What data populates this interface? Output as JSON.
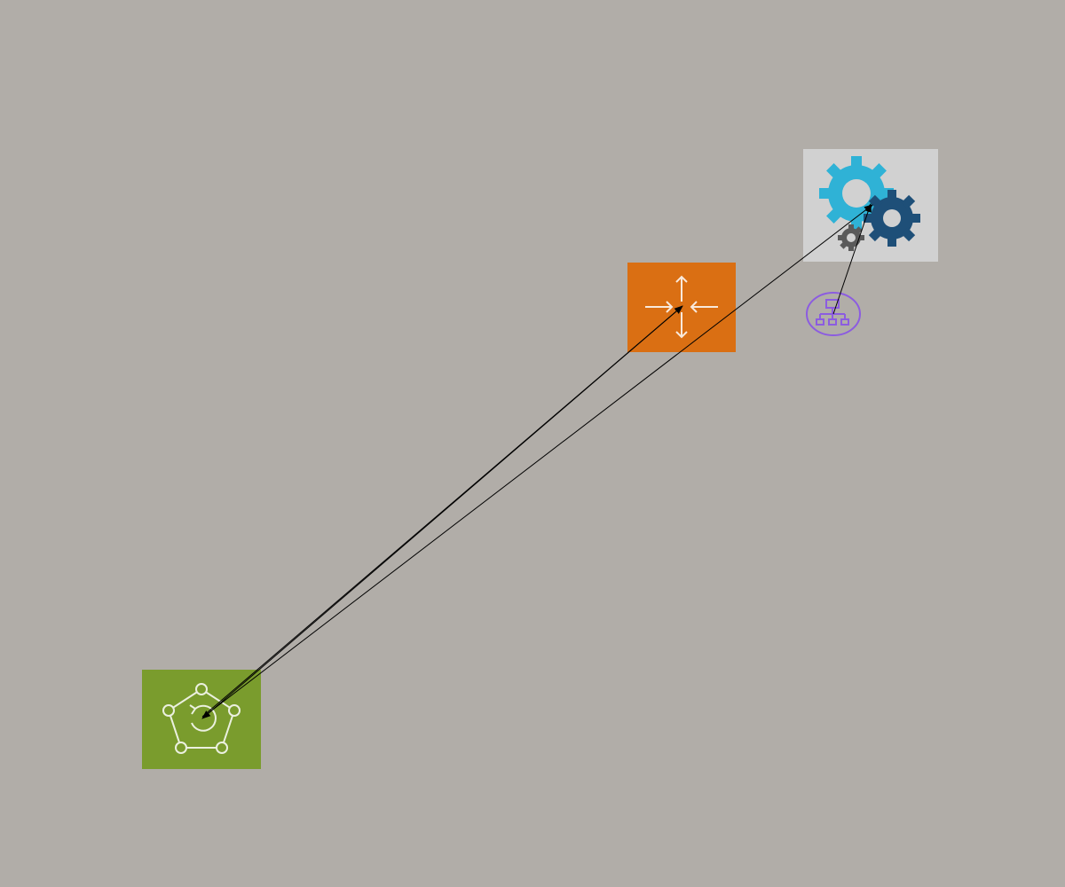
{
  "diagram": {
    "background_color": "#b1ada8",
    "nodes": [
      {
        "id": "green",
        "icon": "network-cycle-icon",
        "color": "#7a9c2d"
      },
      {
        "id": "orange",
        "icon": "router-arrows-icon",
        "color": "#da6f13"
      },
      {
        "id": "gears",
        "icon": "gears-icon",
        "color": "#d1d1d1"
      },
      {
        "id": "purple",
        "icon": "hierarchy-icon",
        "color": "#8c5ce0"
      }
    ],
    "edges": [
      {
        "from": "green",
        "to": "orange"
      },
      {
        "from": "orange",
        "to": "green"
      },
      {
        "from": "green",
        "to": "gears"
      },
      {
        "from": "purple",
        "to": "gears"
      }
    ]
  }
}
